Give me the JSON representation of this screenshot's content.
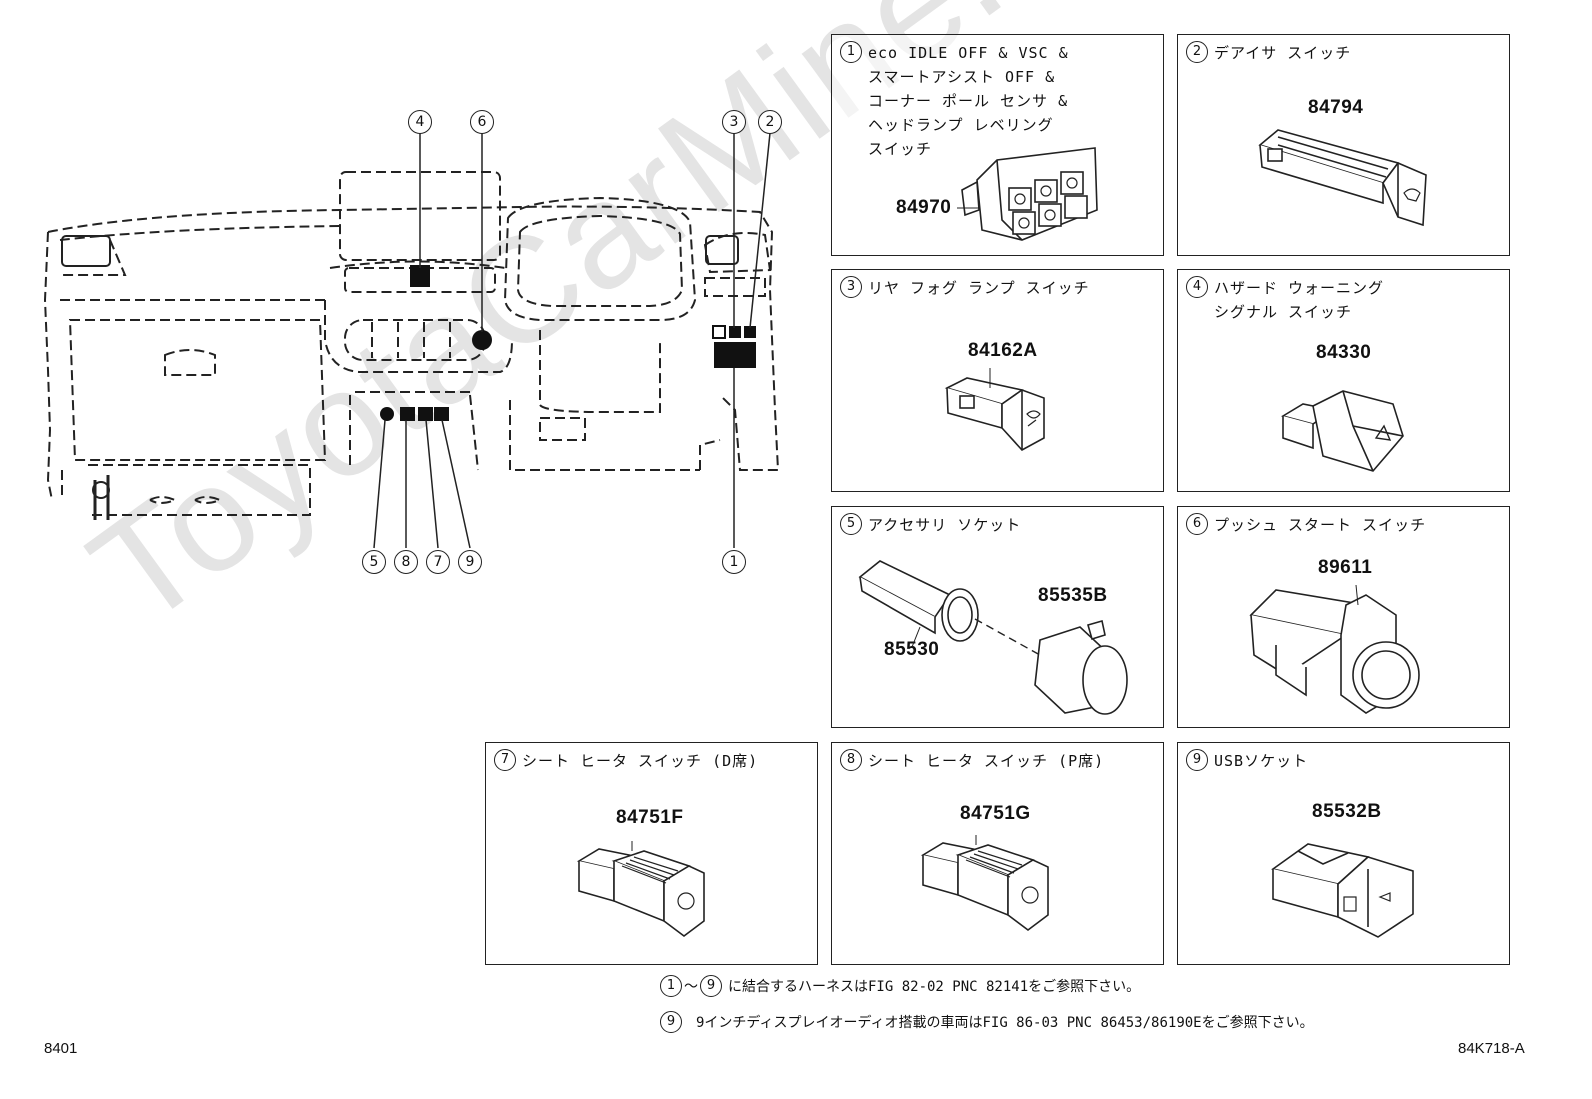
{
  "watermark": "ToyotaCarMine.ru",
  "callouts_overview": {
    "c1": "1",
    "c2": "2",
    "c3": "3",
    "c4": "4",
    "c5": "5",
    "c6": "6",
    "c7": "7",
    "c8": "8",
    "c9": "9"
  },
  "panels": [
    {
      "num": "1",
      "title": "eco IDLE OFF & VSC &\nスマートアシスト OFF &\nコーナー ポール センサ &\nヘッドランプ レベリング\nスイッチ",
      "part": "84970"
    },
    {
      "num": "2",
      "title": "デアイサ スイッチ",
      "part": "84794"
    },
    {
      "num": "3",
      "title": "リヤ フォグ ランプ スイッチ",
      "part": "84162A"
    },
    {
      "num": "4",
      "title": "ハザード ウォーニング\nシグナル スイッチ",
      "part": "84330"
    },
    {
      "num": "5",
      "title": "アクセサリ ソケット",
      "part": "85530",
      "part2": "85535B"
    },
    {
      "num": "6",
      "title": "プッシュ スタート スイッチ",
      "part": "89611"
    },
    {
      "num": "7",
      "title": "シート ヒータ スイッチ (D席)",
      "part": "84751F"
    },
    {
      "num": "8",
      "title": "シート ヒータ スイッチ (P席)",
      "part": "84751G"
    },
    {
      "num": "9",
      "title": "USBソケット",
      "part": "85532B"
    }
  ],
  "notes": {
    "n1_start": "1",
    "n1_tilde": "～",
    "n1_end": "9",
    "n1_text": "に結合するハーネスはFIG 82-02 PNC 82141をご参照下さい。",
    "n2_num": "9",
    "n2_text": "9インチディスプレイオーディオ搭載の車両はFIG 86-03 PNC 86453/86190Eをご参照下さい。"
  },
  "footer": {
    "left": "8401",
    "right": "84K718-A"
  }
}
